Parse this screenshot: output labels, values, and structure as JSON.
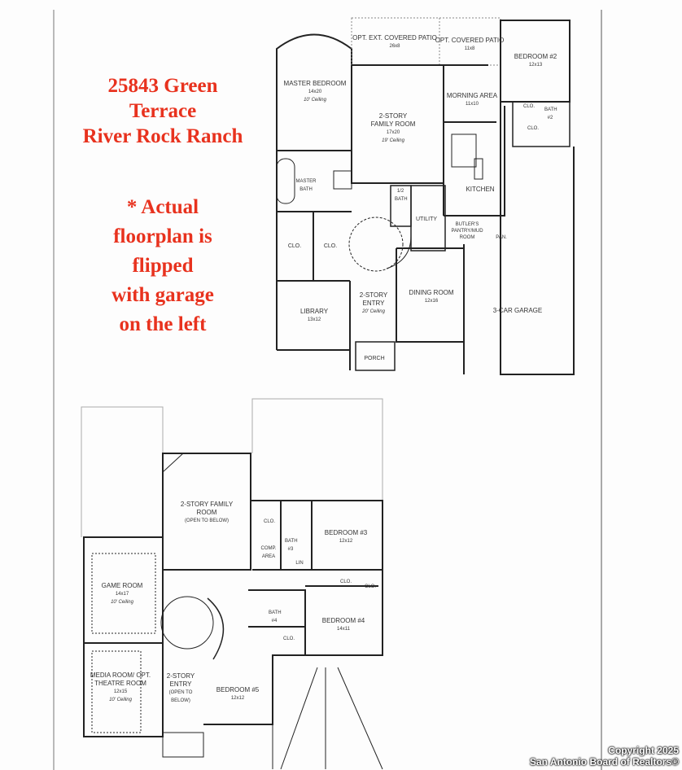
{
  "title": {
    "line1": "25843 Green",
    "line2": "Terrace",
    "line3": "River Rock Ranch"
  },
  "note": {
    "line1": "* Actual",
    "line2": "floorplan is",
    "line3": "flipped",
    "line4": "with garage",
    "line5": "on the left"
  },
  "first_floor": [
    {
      "name": "OPT. EXT. COVERED PATIO",
      "dim": "26x8"
    },
    {
      "name": "OPT. COVERED PATIO",
      "dim": "11x8"
    },
    {
      "name": "BEDROOM #2",
      "dim": "12x13"
    },
    {
      "name": "MASTER BEDROOM",
      "dim": "14x20",
      "ceiling": "10' Ceiling"
    },
    {
      "name": "MORNING AREA",
      "dim": "11x10"
    },
    {
      "name": "2-STORY FAMILY ROOM",
      "dim": "17x20",
      "ceiling": "19' Ceiling"
    },
    {
      "name": "CLO."
    },
    {
      "name": "BATH #2"
    },
    {
      "name": "CLO."
    },
    {
      "name": "MASTER BATH"
    },
    {
      "name": "KITCHEN"
    },
    {
      "name": "1/2 BATH"
    },
    {
      "name": "UTILITY"
    },
    {
      "name": "BUTLER'S PANTRY/MUD ROOM"
    },
    {
      "name": "PAN."
    },
    {
      "name": "CLO."
    },
    {
      "name": "CLO."
    },
    {
      "name": "DINING ROOM",
      "dim": "12x16"
    },
    {
      "name": "2-STORY ENTRY",
      "ceiling": "20' Ceiling"
    },
    {
      "name": "LIBRARY",
      "dim": "13x12"
    },
    {
      "name": "3-CAR GARAGE"
    },
    {
      "name": "PORCH"
    }
  ],
  "second_floor": [
    {
      "name": "2-STORY FAMILY ROOM",
      "dim": "(OPEN TO BELOW)"
    },
    {
      "name": "CLO."
    },
    {
      "name": "COMP. AREA"
    },
    {
      "name": "BATH #3"
    },
    {
      "name": "LIN"
    },
    {
      "name": "BEDROOM #3",
      "dim": "12x12"
    },
    {
      "name": "GAME ROOM",
      "dim": "14x17",
      "ceiling": "10' Ceiling"
    },
    {
      "name": "CLO."
    },
    {
      "name": "CLO."
    },
    {
      "name": "BATH #4"
    },
    {
      "name": "BEDROOM #4",
      "dim": "14x11"
    },
    {
      "name": "CLO."
    },
    {
      "name": "MEDIA ROOM/ OPT. THEATRE ROOM",
      "dim": "12x15",
      "ceiling": "10' Ceiling"
    },
    {
      "name": "2-STORY ENTRY",
      "dim": "(OPEN TO BELOW)"
    },
    {
      "name": "BEDROOM #5",
      "dim": "12x12"
    }
  ],
  "copyright": {
    "line1": "Copyright 2025",
    "line2": "San Antonio Board of Realtors®"
  },
  "colors": {
    "title": "#e8321e",
    "walls": "#222222"
  }
}
